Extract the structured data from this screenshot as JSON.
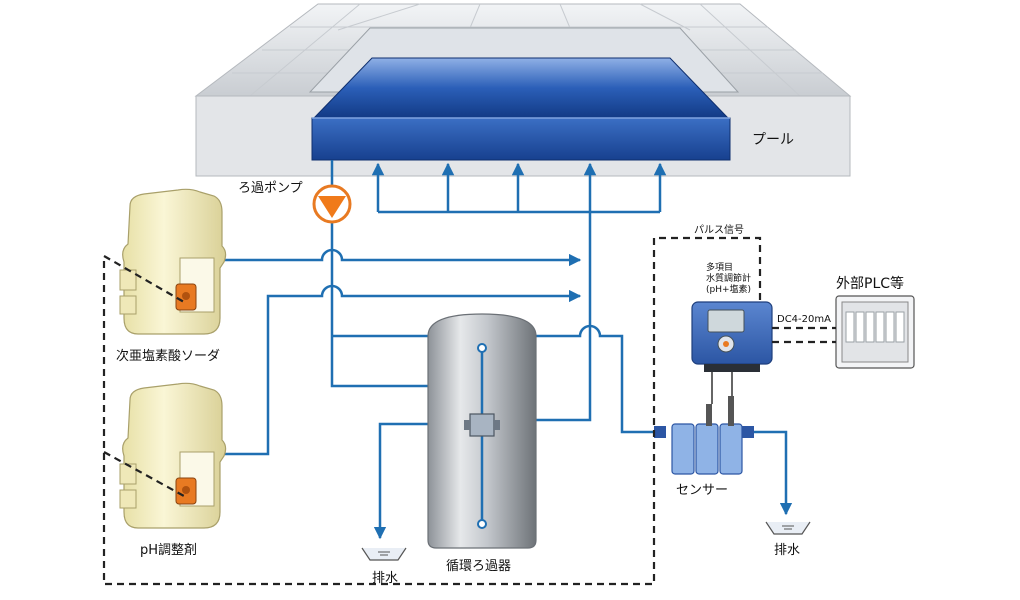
{
  "labels": {
    "pool": "プール",
    "filter_pump": "ろ過ポンプ",
    "hypochlorite": "次亜塩素酸ソーダ",
    "ph_adjuster": "pH調整剤",
    "filter": "循環ろ過器",
    "drain_left": "排水",
    "drain_right": "排水",
    "sensor": "センサー",
    "pulse_signal": "パルス信号",
    "controller_line1": "多項目",
    "controller_line2": "水質調節計",
    "controller_line3": "(pH+塩素)",
    "dc_signal": "DC4-20mA",
    "external_plc": "外部PLC等"
  },
  "colors": {
    "pipe": "#1f6fb2",
    "water": "#2a5fb4",
    "tank": "#f4efc4",
    "pump_head": "#e87a22",
    "filter_vessel": "#b8bcc2",
    "controller": "#3a66b8",
    "pump_symbol": "#f07a1a"
  },
  "icons": {
    "filter_pump": "triangle-pump-icon",
    "drain": "drain-basin-icon"
  }
}
